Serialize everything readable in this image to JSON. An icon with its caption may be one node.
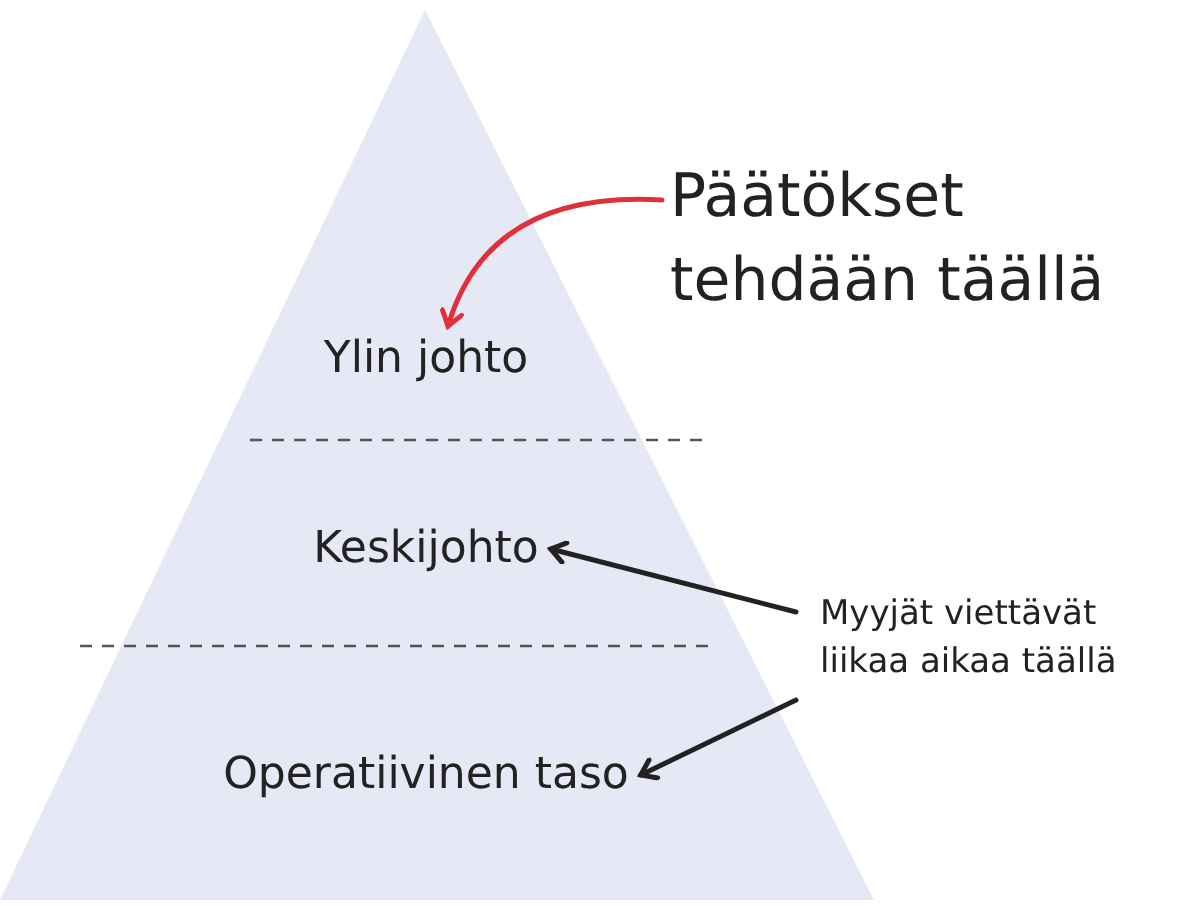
{
  "diagram": {
    "nodes": [
      {
        "text": [],
        "shape": "triangle"
      },
      {
        "text": [
          "Ylin johto"
        ],
        "in": 0
      },
      {
        "text": [
          "Keskijohto"
        ],
        "in": 0
      },
      {
        "text": [
          "Operatiivinen taso"
        ],
        "in": 0
      },
      {
        "text": [
          "Päätökset tehdään täällä"
        ]
      },
      {
        "text": [
          "Myyjät viettävät liikaa aikaa täällä"
        ]
      }
    ],
    "edges": [
      {
        "from": 4,
        "to": 1,
        "arrow": "to",
        "color": "#e0303a"
      },
      {
        "from": 5,
        "to": 2,
        "arrow": "to"
      },
      {
        "from": 5,
        "to": 3,
        "arrow": "to"
      }
    ]
  }
}
